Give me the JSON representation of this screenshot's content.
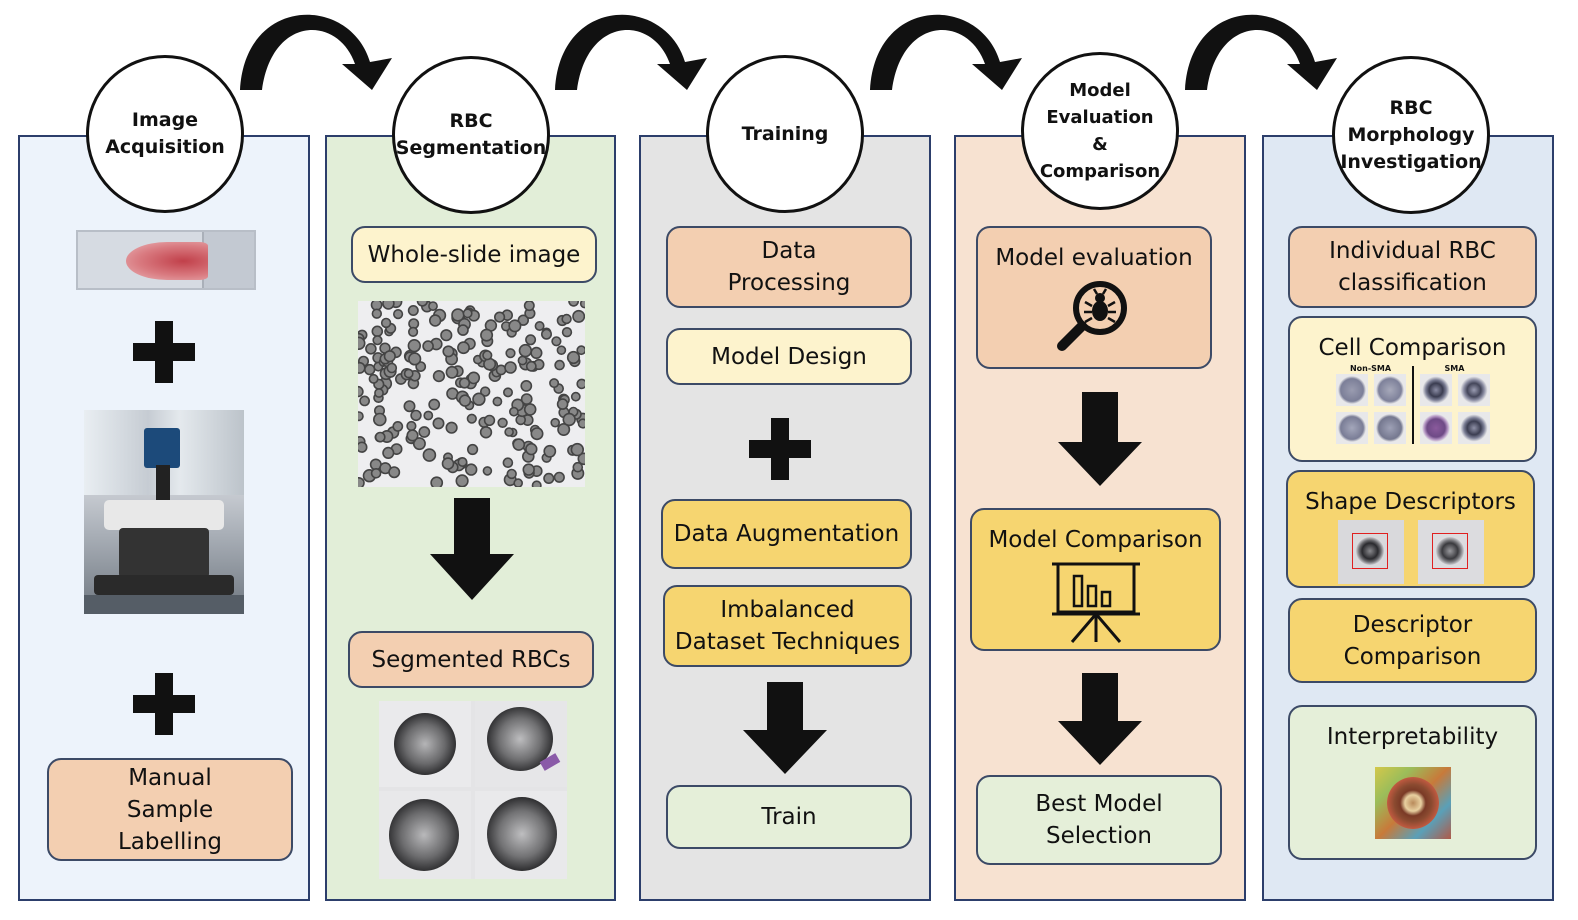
{
  "stages": [
    {
      "title": "Image\nAcquisition",
      "color": "#edf3fb"
    },
    {
      "title": "RBC\nSegmentation",
      "color": "#e2eed8"
    },
    {
      "title": "Training",
      "color": "#e4e4e4"
    },
    {
      "title": "Model\nEvaluation\n&\nComparison",
      "color": "#f7e2d1"
    },
    {
      "title": "RBC\nMorphology\nInvestigation",
      "color": "#dfe8f3"
    }
  ],
  "acquisition": {
    "labelling": "Manual\nSample\nLabelling"
  },
  "segmentation": {
    "whole_slide": "Whole-slide image",
    "segmented": "Segmented RBCs"
  },
  "training": {
    "data_processing": "Data\nProcessing",
    "model_design": "Model Design",
    "data_augmentation": "Data Augmentation",
    "imbalanced": "Imbalanced\nDataset Techniques",
    "train": "Train"
  },
  "evaluation": {
    "model_evaluation": "Model evaluation",
    "model_comparison": "Model Comparison",
    "best_model": "Best Model\nSelection"
  },
  "morphology": {
    "individual": "Individual RBC\nclassification",
    "cell_comparison": "Cell Comparison",
    "non_sma": "Non-SMA",
    "sma": "SMA",
    "shape_descriptors": "Shape Descriptors",
    "descriptor_comparison": "Descriptor\nComparison",
    "interpretability": "Interpretability"
  }
}
